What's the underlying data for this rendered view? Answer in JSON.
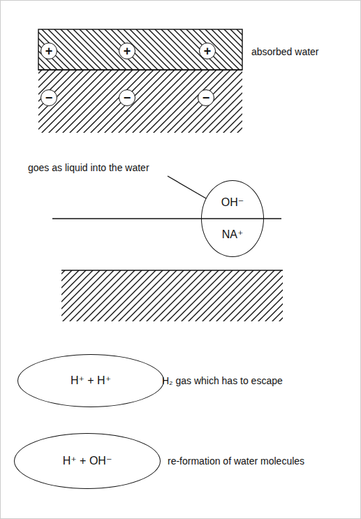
{
  "diagram": {
    "nodes": [
      {
        "text": [
          "+"
        ]
      },
      {
        "text": [
          "+"
        ]
      },
      {
        "text": [
          "+"
        ]
      },
      {
        "text": [
          "−"
        ]
      },
      {
        "text": [
          "−"
        ]
      },
      {
        "text": [
          "−"
        ]
      },
      {
        "text": [
          "OH⁻",
          "NA⁺"
        ]
      },
      {
        "text": [
          "H⁺ + H⁺"
        ]
      },
      {
        "text": [
          "H⁺ + OH⁻"
        ]
      }
    ],
    "labels": [
      "absorbed water",
      "goes as liquid into the water",
      "H₂ gas which has to escape",
      "re-formation of water molecules"
    ]
  }
}
